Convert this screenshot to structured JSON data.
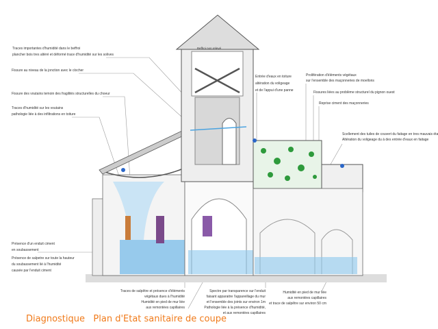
{
  "belfry_label": "Beffroi non relevé",
  "annotations_left": [
    {
      "lines": [
        "Traces importantes d'humidité dans le beffroi",
        "plancher bois tres altéré et déformé trace d'humidité sur les solives"
      ]
    },
    {
      "lines": [
        "Fissure au niveau de la jonction avec le clocher"
      ]
    },
    {
      "lines": [
        "Fissure des voutains temoin des fragilités structurelles du choeur"
      ]
    },
    {
      "lines": [
        "Traces d'humidité sur les voutains",
        "pathologie liée à des infiltrations en toiture"
      ]
    },
    {
      "lines": [
        "Présence d'un enduit ciment",
        "en soubassement"
      ]
    },
    {
      "lines": [
        "Présence de salpetre sur toute la hauteur",
        "du soubassement  lié à l'humidité",
        "causée par l'enduit ciment"
      ]
    }
  ],
  "annotations_right": [
    {
      "lines": [
        "Entrée d'eaux en toiture",
        "altération du voligeage",
        "et de l'appui d'une panne"
      ]
    },
    {
      "lines": [
        "Prolifération d'éléments végétaux",
        "sur l'ensemble des maçonneries de moellons"
      ]
    },
    {
      "lines": [
        "Fissures liées au problème structurel du pignon ouest"
      ]
    },
    {
      "lines": [
        "Reprise ciment des maçonneries"
      ]
    },
    {
      "lines": [
        "Scellement des tuiles de couvert du faitage en tres mauvais état",
        "Altération du voligeage du à des entrée d'eaux en faitage"
      ]
    }
  ],
  "annotations_bottom": [
    {
      "lines": [
        "Traces de salpêtre et présence d'éléments",
        "végétaux dues à l'humidité",
        "Humidité en pied de mur liée",
        "aux remontées capillaires"
      ]
    },
    {
      "lines": [
        "Spectre par transparence sur l'enduit",
        "faisant apparaitre l'appareillage du mur",
        "et l'ensemble des joints sur environ 1m",
        "Pathologie liée à la présence d'humidité,",
        "et aux remontées capillaires"
      ]
    },
    {
      "lines": [
        "Humidité en pied de mur liée",
        "aux remontées capillaires",
        "et trace de salpêtre sur environ 50 cm"
      ]
    }
  ],
  "title": "Diagnostique   Plan d'Etat sanitaire de coupe",
  "colors": {
    "title": "#f07a1a",
    "humidity": "#4aa3e0",
    "vegetation": "#2e9a3c"
  }
}
